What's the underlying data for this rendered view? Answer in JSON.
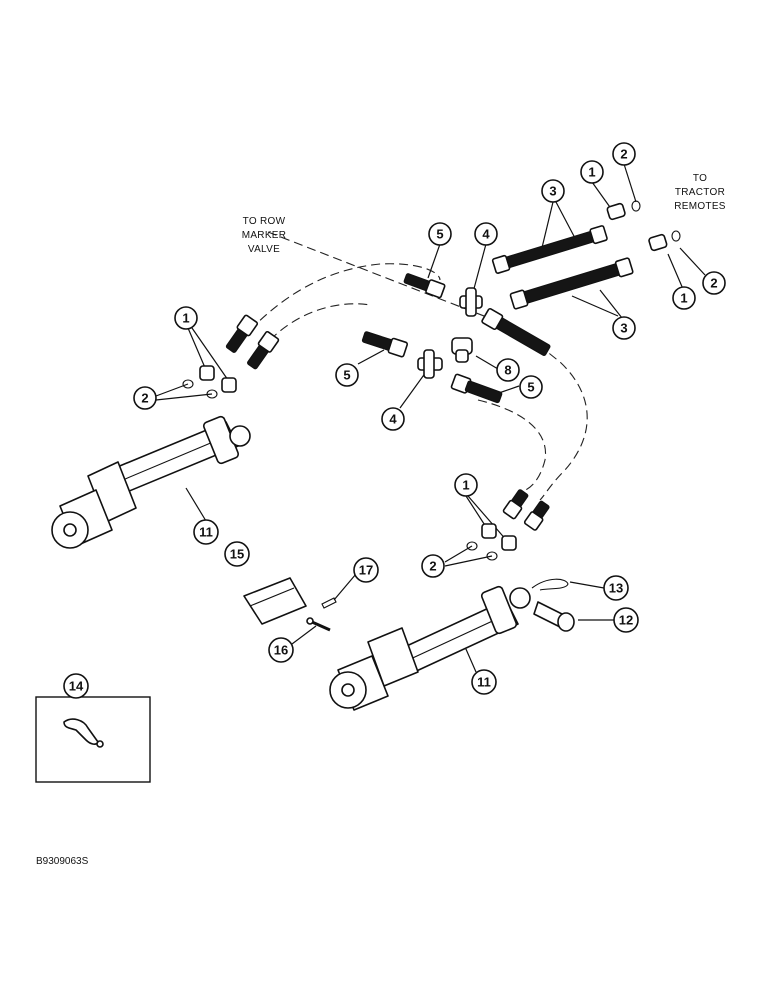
{
  "diagram": {
    "notes": {
      "to_row_marker_valve": [
        "TO ROW",
        "MARKER",
        "VALVE"
      ],
      "to_tractor_remotes": [
        "TO",
        "TRACTOR",
        "REMOTES"
      ]
    },
    "figure_code": "B9309063S",
    "callouts": [
      {
        "id": "c1a",
        "label": "1"
      },
      {
        "id": "c2a",
        "label": "2"
      },
      {
        "id": "c3a",
        "label": "3"
      },
      {
        "id": "c5a",
        "label": "5"
      },
      {
        "id": "c4a",
        "label": "4"
      },
      {
        "id": "c2b",
        "label": "2"
      },
      {
        "id": "c1b",
        "label": "1"
      },
      {
        "id": "c3b",
        "label": "3"
      },
      {
        "id": "c1c",
        "label": "1"
      },
      {
        "id": "c2c",
        "label": "2"
      },
      {
        "id": "c5b",
        "label": "5"
      },
      {
        "id": "c8",
        "label": "8"
      },
      {
        "id": "c5c",
        "label": "5"
      },
      {
        "id": "c4b",
        "label": "4"
      },
      {
        "id": "c11a",
        "label": "11"
      },
      {
        "id": "c1d",
        "label": "1"
      },
      {
        "id": "c2d",
        "label": "2"
      },
      {
        "id": "c15",
        "label": "15"
      },
      {
        "id": "c17",
        "label": "17"
      },
      {
        "id": "c16",
        "label": "16"
      },
      {
        "id": "c13",
        "label": "13"
      },
      {
        "id": "c12",
        "label": "12"
      },
      {
        "id": "c11b",
        "label": "11"
      },
      {
        "id": "c14",
        "label": "14"
      }
    ]
  }
}
